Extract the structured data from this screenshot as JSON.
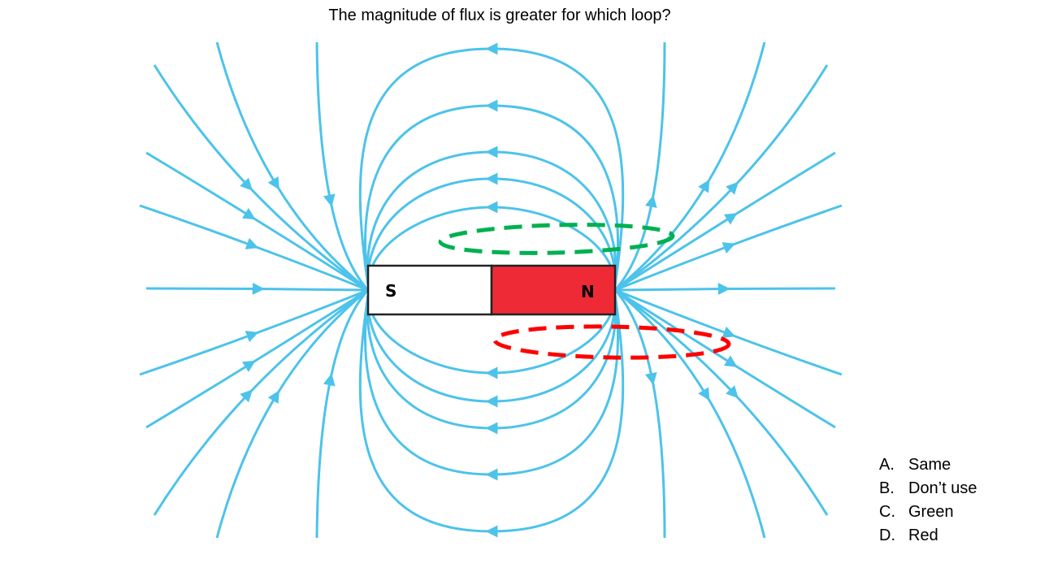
{
  "title": "The magnitude of flux is greater for which loop?",
  "magnet": {
    "south_label": "S",
    "north_label": "N"
  },
  "choices": [
    {
      "letter": "A.",
      "text": "Same"
    },
    {
      "letter": "B.",
      "text": "Don’t use"
    },
    {
      "letter": "C.",
      "text": "Green"
    },
    {
      "letter": "D.",
      "text": "Red"
    }
  ],
  "colors": {
    "field_line": "#4cc3ea",
    "north_pole": "#ee2a37",
    "south_pole": "#ffffff",
    "green_loop": "#00b050",
    "red_loop": "#ff0000"
  }
}
